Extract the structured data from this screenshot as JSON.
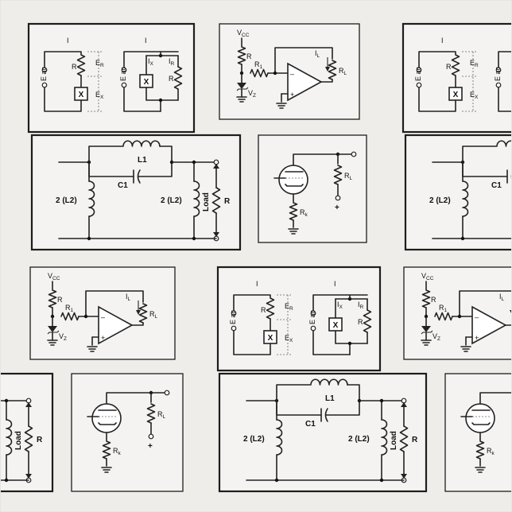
{
  "colors": {
    "background": "#efedea",
    "line": "#222222",
    "panel": "#f4f3f1"
  },
  "labels": {
    "current": "I",
    "e_ac": "E ac",
    "r": "R",
    "x": "X",
    "e_r": "E",
    "e_r_sub": "R",
    "e_x": "E",
    "e_x_sub": "X",
    "i_x": "I",
    "i_x_sub": "X",
    "i_r": "I",
    "i_r_sub": "R",
    "vcc": "V",
    "vcc_sub": "CC",
    "r1": "R",
    "r1_sub": "1",
    "il": "I",
    "il_sub": "L",
    "rl": "R",
    "rl_sub": "L",
    "vz": "V",
    "vz_sub": "Z",
    "minus": "–",
    "plus": "+",
    "l1": "L1",
    "c1": "C1",
    "l2": "2 (L2)",
    "load": "Load",
    "rk": "R",
    "rk_sub": "k"
  }
}
